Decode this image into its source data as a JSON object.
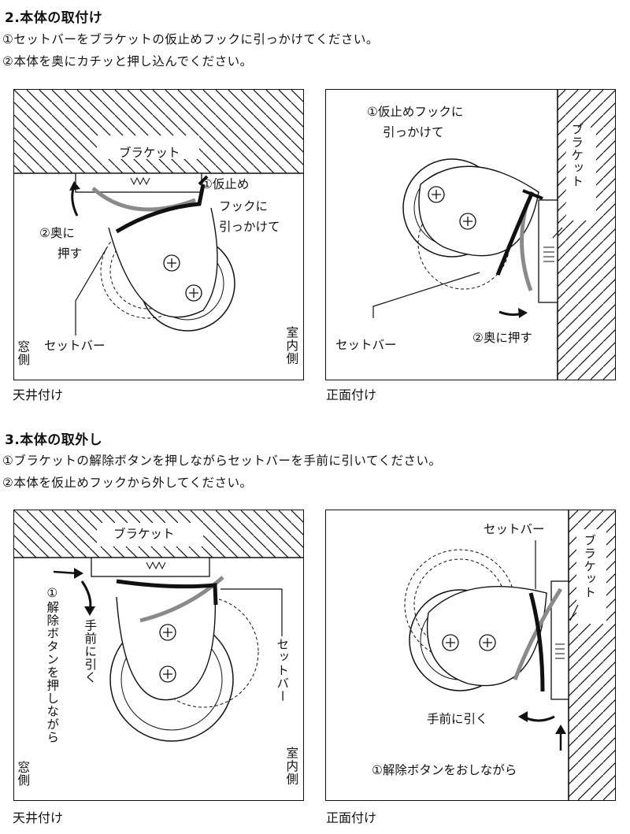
{
  "section2": {
    "title": "2.本体の取付け",
    "step1": "①セットバーをブラケットの仮止めフックに引っかけてください。",
    "step2": "②本体を奥にカチッと押し込んでください。",
    "ceiling": {
      "bracket": "ブラケット",
      "hook_line1": "①仮止め",
      "hook_line2": "フックに",
      "hook_line3": "引っかけて",
      "push_line1": "②奥に",
      "push_line2": "押す",
      "setbar": "セットバー",
      "window_side": "窓側",
      "room_side": "室内側",
      "caption": "天井付け"
    },
    "front": {
      "hook_line1": "①仮止めフックに",
      "hook_line2": "引っかけて",
      "bracket": "ブラケット",
      "setbar": "セットバー",
      "push": "②奥に押す",
      "caption": "正面付け"
    }
  },
  "section3": {
    "title": "3.本体の取外し",
    "step1": "①ブラケットの解除ボタンを押しながらセットバーを手前に引いてください。",
    "step2": "②本体を仮止めフックから外してください。",
    "ceiling": {
      "bracket": "ブラケット",
      "release": "①解除ボタンを押しながら",
      "pull": "手前に引く",
      "setbar": "セットバー",
      "window_side": "窓側",
      "room_side": "室内側",
      "caption": "天井付け"
    },
    "front": {
      "setbar": "セットバー",
      "bracket": "ブラケット",
      "pull": "手前に引く",
      "release": "①解除ボタンをおしながら",
      "caption": "正面付け"
    }
  },
  "colors": {
    "line": "#111111",
    "gray": "#8a8a8a",
    "background": "#ffffff"
  }
}
